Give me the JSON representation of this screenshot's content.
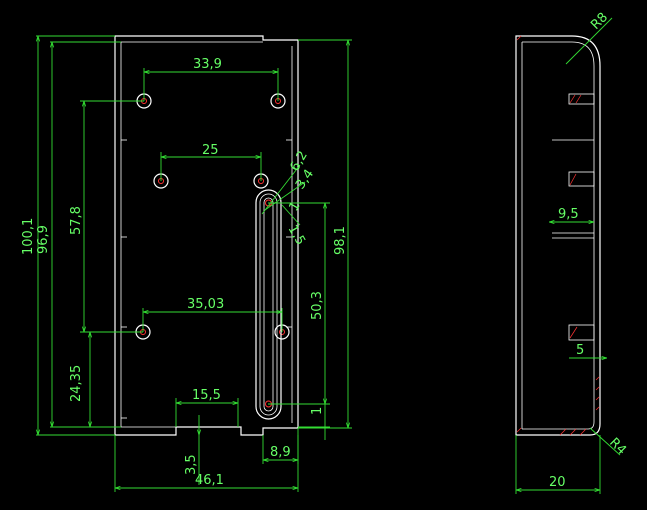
{
  "drawing": {
    "front_view": {
      "overall_height_outer": "100,1",
      "overall_height_inner": "96,9",
      "upper_hole_spacing_vertical": "57,8",
      "lower_hole_offset": "24,35",
      "top_hole_spacing": "33,9",
      "middle_hole_spacing": "25",
      "lower_hole_spacing": "35,03",
      "bottom_notch_width": "15,5",
      "bottom_step": "3,5",
      "overall_width": "46,1",
      "slot_offset": "8,9",
      "slot_length": "50,3",
      "right_height": "98,1",
      "slot_gap": "1",
      "slot_diameter_a": "6,2",
      "slot_diameter_b": "3,4",
      "slot_small_a": "1",
      "slot_small_b": "1,5"
    },
    "side_view": {
      "top_radius": "R8",
      "bottom_radius": "R4",
      "rib_depth": "9,5",
      "wall_offset": "5",
      "depth": "20"
    }
  },
  "colors": {
    "background": "#000000",
    "geometry": "#ffffff",
    "dimension": "#33dd33",
    "hole": "#ff3333"
  }
}
